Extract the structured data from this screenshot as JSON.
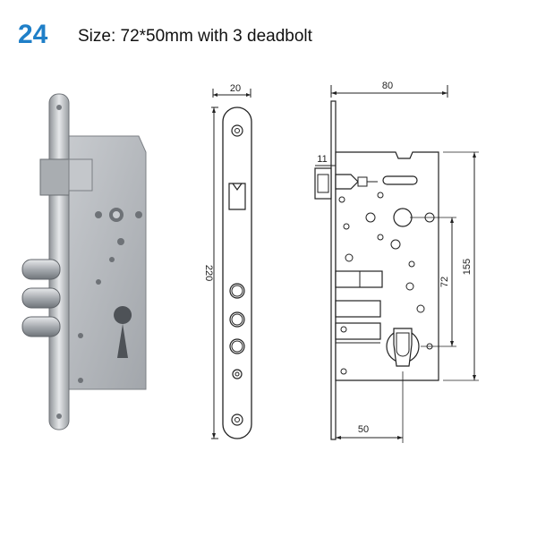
{
  "header": {
    "model_number": "24",
    "size_text": "Size: 72*50mm with 3 deadbolt"
  },
  "colors": {
    "accent": "#1f7fc8",
    "metal": "#b9bcc0",
    "line": "#222222"
  },
  "faceplate_drawing": {
    "width_dim": "20",
    "height_dim": "220"
  },
  "side_drawing": {
    "total_width_dim": "80",
    "bolt_dim": "11",
    "height_dim": "155",
    "center_dim": "72",
    "backset_dim": "50"
  }
}
